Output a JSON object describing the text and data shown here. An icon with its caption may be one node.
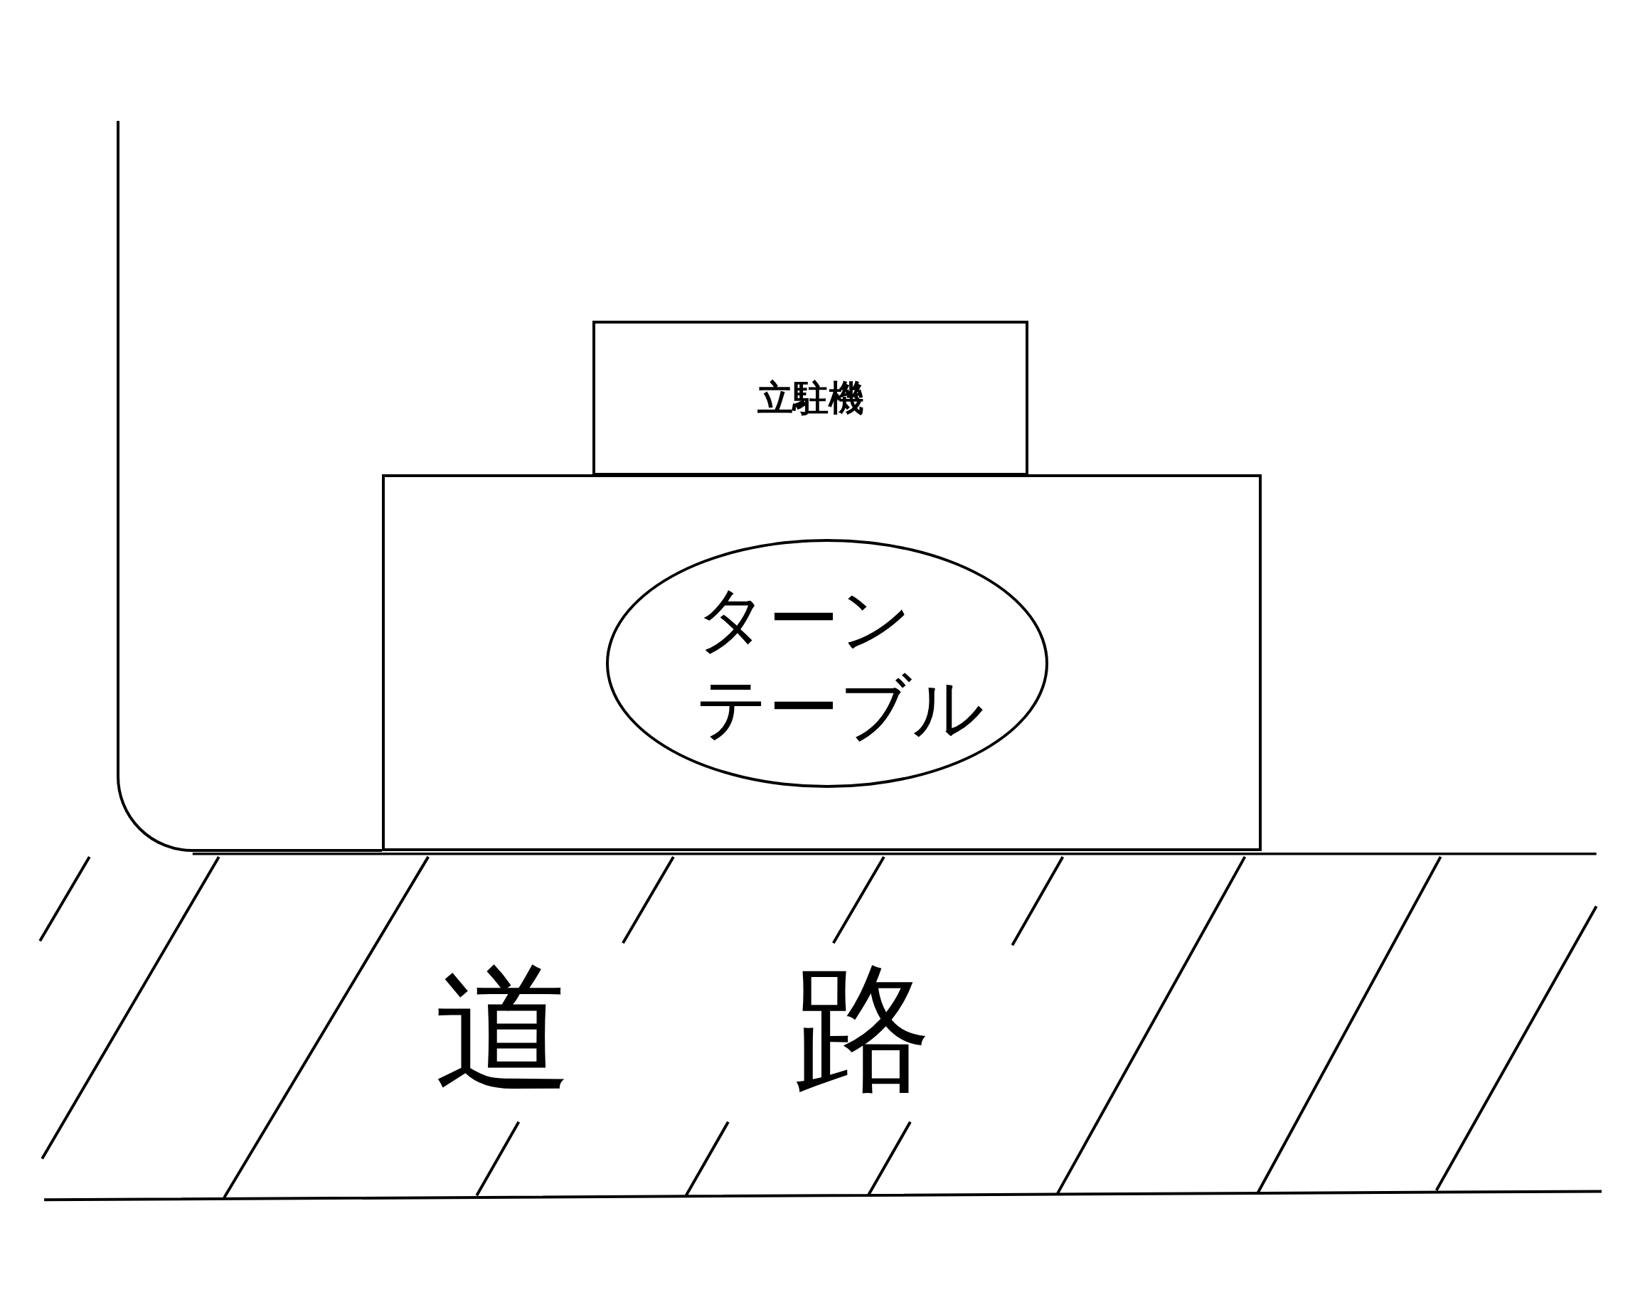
{
  "diagram": {
    "nodes": [
      {
        "text": [
          "立駐機"
        ]
      },
      {
        "text": [],
        "shape": "box"
      },
      {
        "text": [
          "ターンテーブル"
        ],
        "in": 1
      },
      {
        "text": [
          "道路"
        ]
      }
    ]
  }
}
